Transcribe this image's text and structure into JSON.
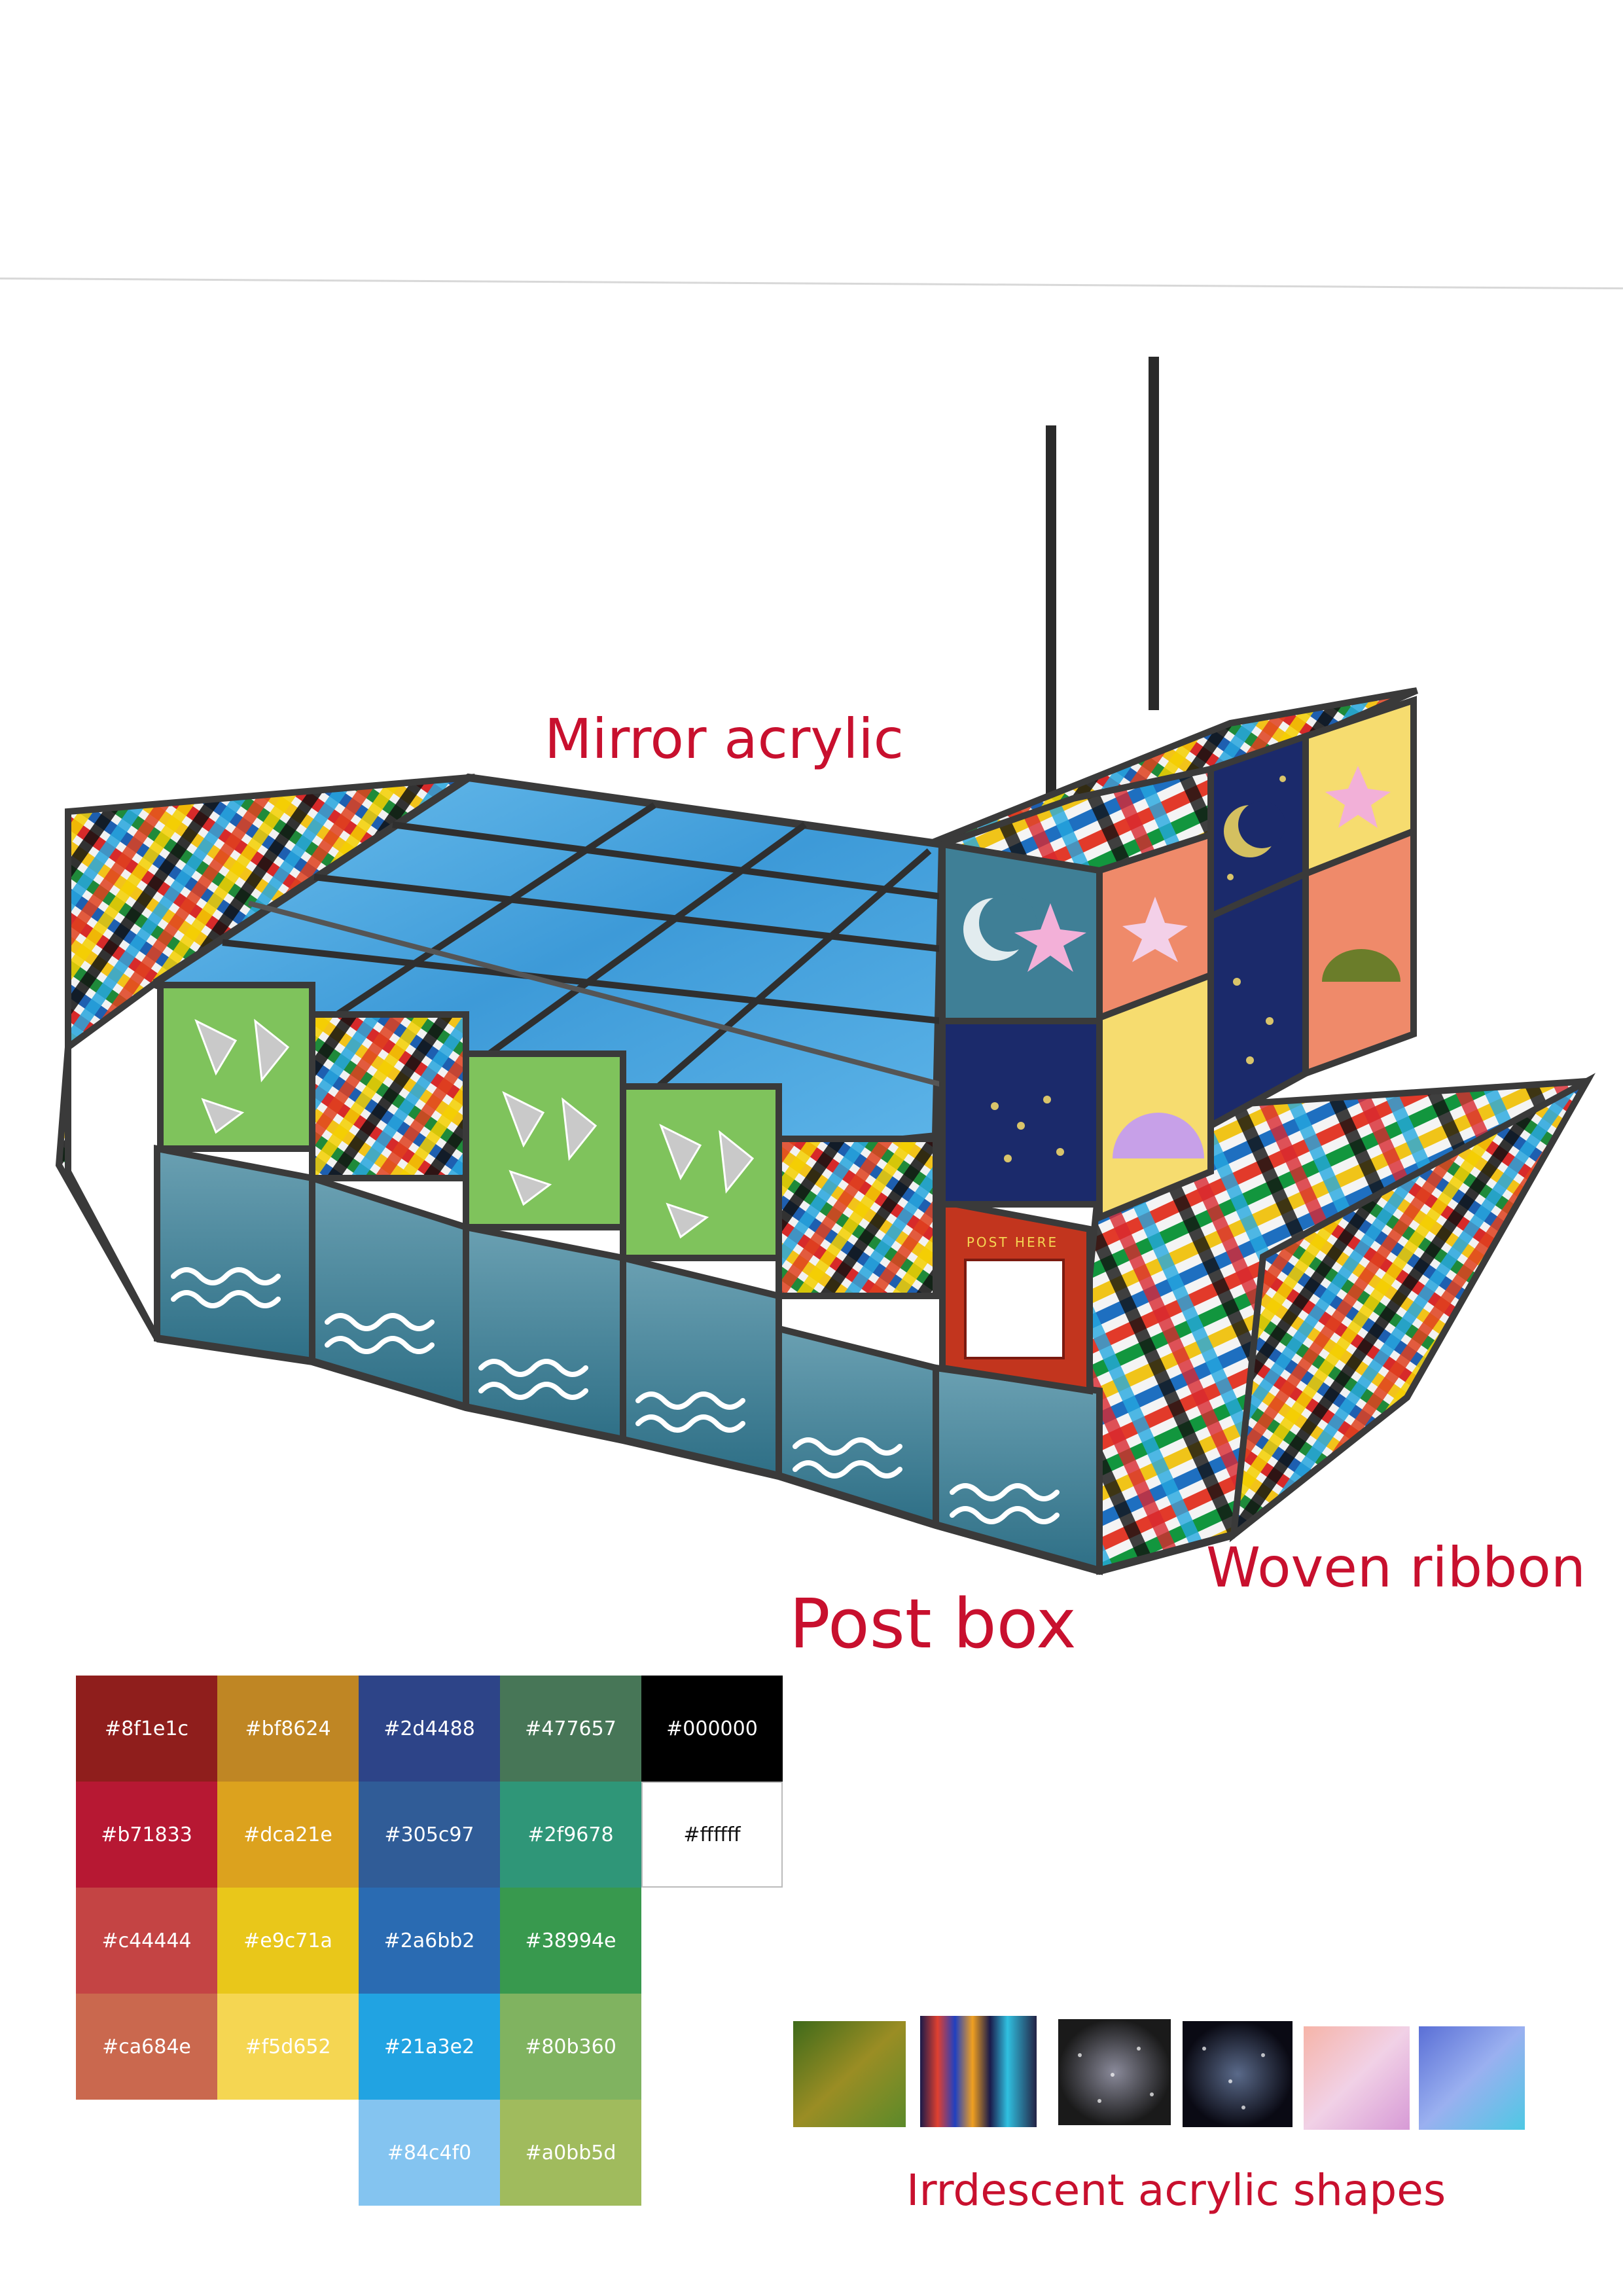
{
  "labels": {
    "mirror": "Mirror acrylic",
    "woven": "Woven ribbon",
    "post_box": "Post box",
    "iridescent": "Irrdescent acrylic shapes",
    "post_here": "POST HERE"
  },
  "palette": [
    [
      {
        "hex": "#8f1e1c"
      },
      {
        "hex": "#bf8624"
      },
      {
        "hex": "#2d4488"
      },
      {
        "hex": "#477657"
      },
      {
        "hex": "#000000"
      }
    ],
    [
      {
        "hex": "#b71833"
      },
      {
        "hex": "#dca21e"
      },
      {
        "hex": "#305c97"
      },
      {
        "hex": "#2f9678"
      },
      {
        "hex": "#ffffff"
      }
    ],
    [
      {
        "hex": "#c44444"
      },
      {
        "hex": "#e9c71a"
      },
      {
        "hex": "#2a6bb2"
      },
      {
        "hex": "#38994e"
      }
    ],
    [
      {
        "hex": "#ca684e"
      },
      {
        "hex": "#f5d652"
      },
      {
        "hex": "#21a3e2"
      },
      {
        "hex": "#80b360"
      }
    ],
    [
      null,
      null,
      {
        "hex": "#84c4f0"
      },
      {
        "hex": "#a0bb5d"
      }
    ]
  ],
  "iridescent_samples": [
    "olive-iridescent",
    "rainbow-stripe",
    "dark-holographic",
    "dark-sparkle",
    "pink-pastel",
    "blue-violet"
  ],
  "colors": {
    "frame": "#3a3a3a",
    "mirror": "#4fa9de",
    "teal": "#3f7f96",
    "green": "#7fc35c",
    "label_red": "#c8102e",
    "navy": "#1b2a6b",
    "coral": "#ef8a6a",
    "yellow": "#f6dc6f",
    "post_red": "#c2351e"
  }
}
